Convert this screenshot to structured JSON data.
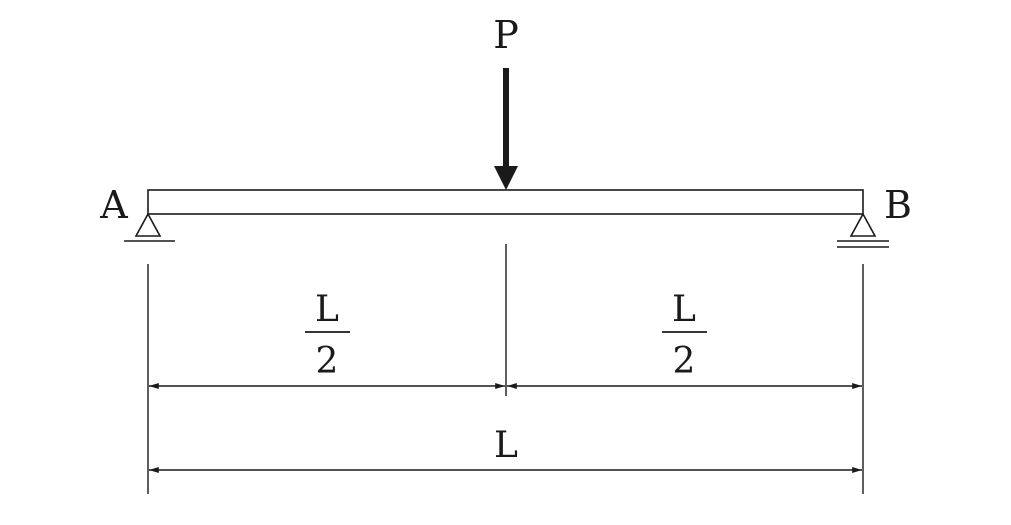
{
  "labels": {
    "load": "P",
    "support_left": "A",
    "support_right": "B",
    "span_left_num": "L",
    "span_left_den": "2",
    "span_right_num": "L",
    "span_right_den": "2",
    "span_total": "L"
  },
  "colors": {
    "line": "#1a1a1a",
    "background": "#ffffff"
  }
}
